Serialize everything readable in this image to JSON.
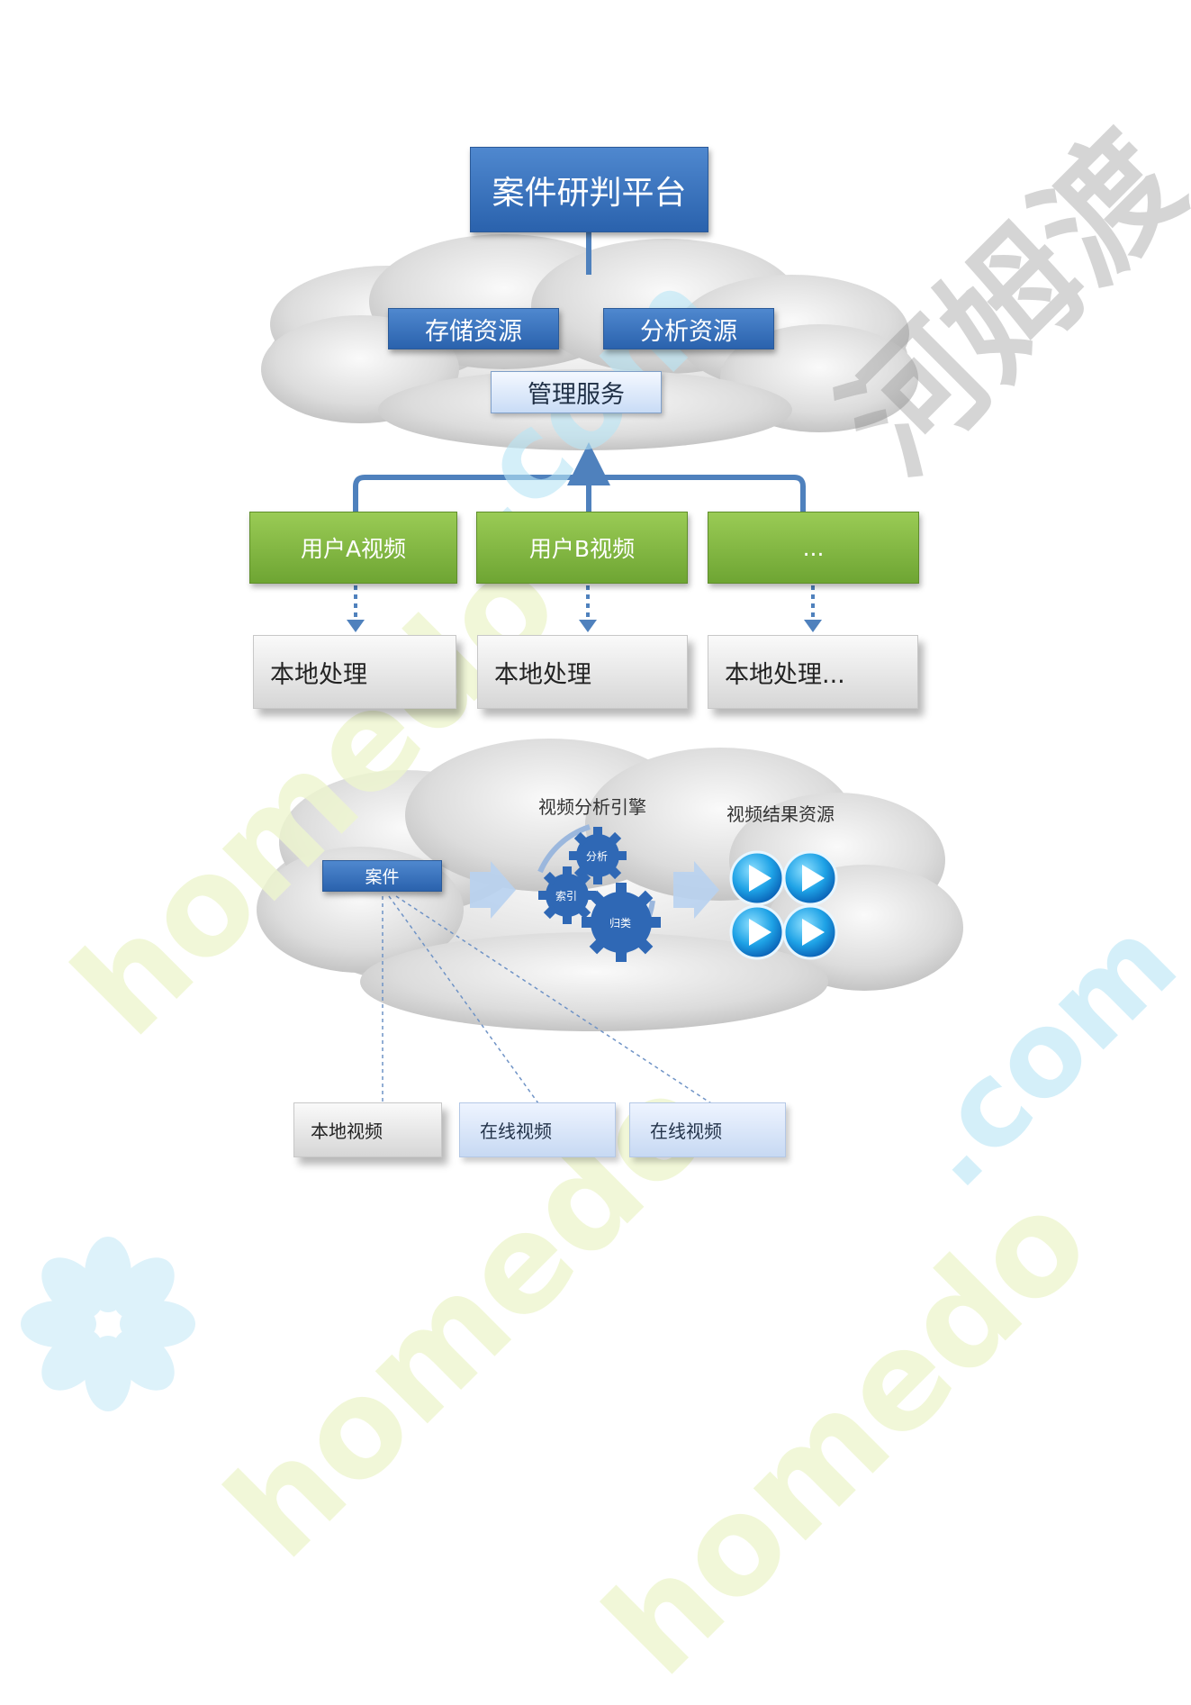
{
  "top": {
    "platform": "案件研判平台",
    "storage": "存储资源",
    "analysis": "分析资源",
    "management": "管理服务",
    "users": [
      "用户A视频",
      "用户B视频",
      "..."
    ],
    "local": [
      "本地处理",
      "本地处理",
      "本地处理..."
    ]
  },
  "bottom": {
    "engine_title": "视频分析引擎",
    "result_title": "视频结果资源",
    "case_label": "案件",
    "gears": [
      "分析",
      "索引",
      "归类"
    ],
    "sources": [
      "本地视频",
      "在线视频",
      "在线视频"
    ]
  },
  "watermark": {
    "brand_cn": "河姆渡",
    "brand_en": ".com",
    "brand_latin": "homedo"
  },
  "colors": {
    "blue": "#2f6db8",
    "green": "#7fb743",
    "connector": "#4f81bd"
  },
  "icons": {
    "laptop": "laptop-icon",
    "gear": "gear-icon",
    "play": "play-icon",
    "local_video": "video-file-icon",
    "online_video": "camera-icon"
  }
}
